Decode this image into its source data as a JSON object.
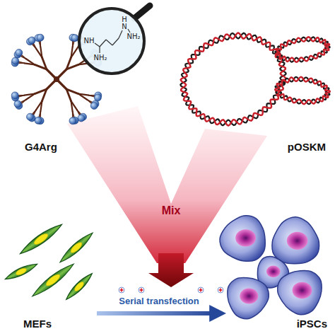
{
  "diagram": {
    "nodes": [
      {
        "text": [
          "G4Arg"
        ]
      },
      {
        "text": [
          "pOSKM"
        ]
      },
      {
        "text": [
          "MEFs"
        ]
      },
      {
        "text": [
          "iPSCs"
        ]
      }
    ],
    "edges": [
      {
        "from": 2,
        "to": 3,
        "arrow": "to",
        "label": "Serial transfection"
      }
    ],
    "labels": [
      "NH",
      "NH₂",
      "H",
      "N",
      "NH₂",
      "Mix"
    ]
  }
}
